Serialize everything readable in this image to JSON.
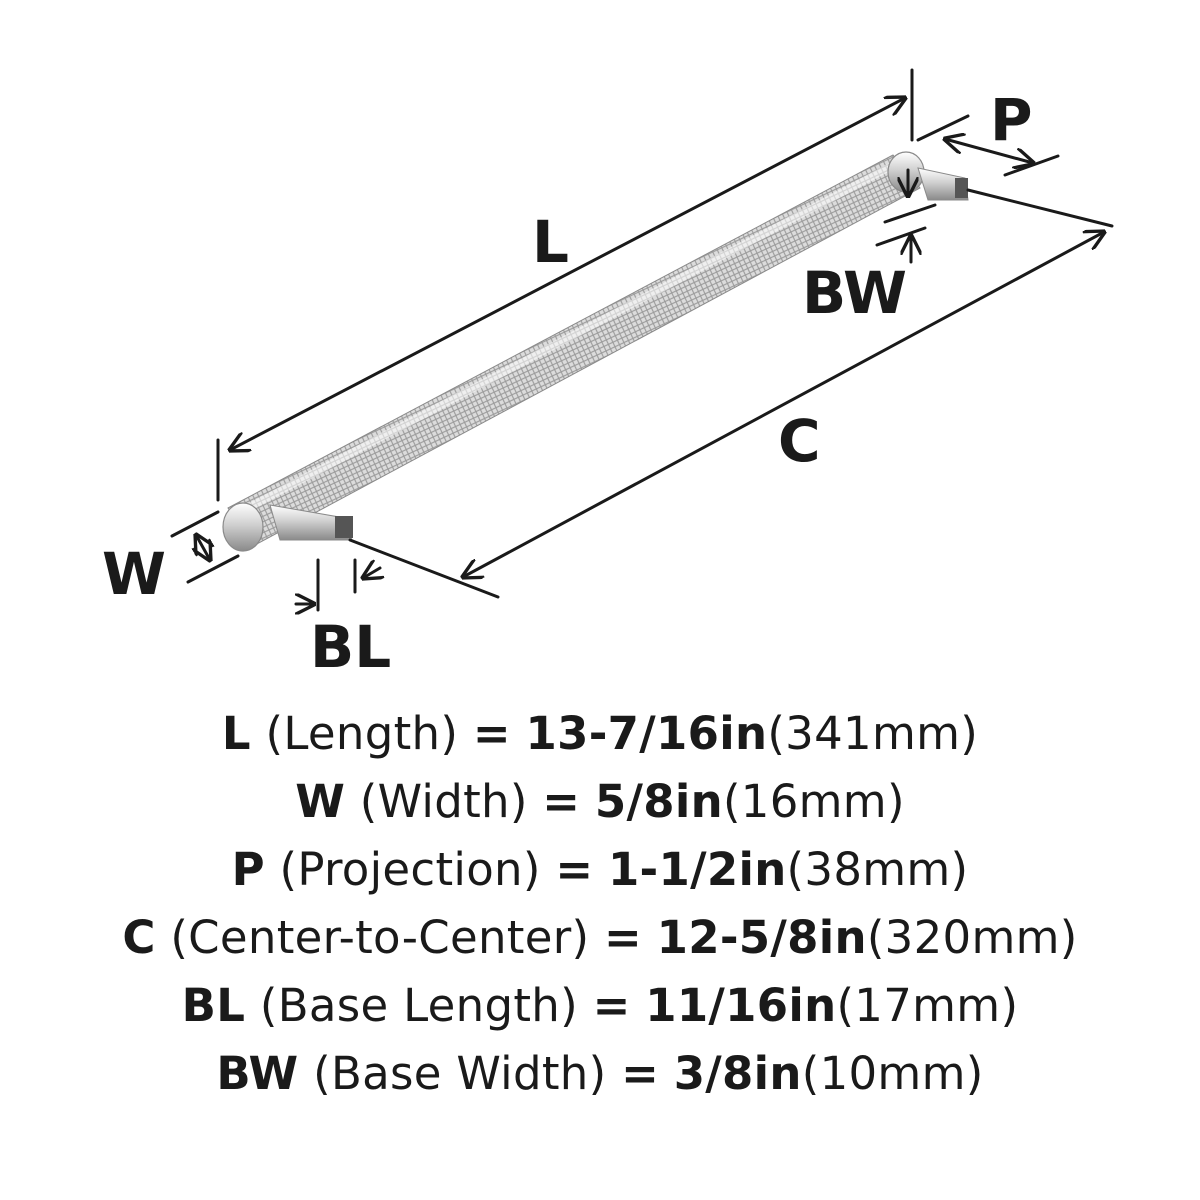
{
  "labels": {
    "L": "L",
    "P": "P",
    "BW": "BW",
    "C": "C",
    "W": "W",
    "BL": "BL"
  },
  "specs": [
    {
      "code": "L",
      "desc": "(Length)",
      "eq": "=",
      "imperial": "13-7/16in",
      "metric": "(341mm)"
    },
    {
      "code": "W",
      "desc": "(Width)",
      "eq": "=",
      "imperial": "5/8in",
      "metric": "(16mm)"
    },
    {
      "code": "P",
      "desc": "(Projection)",
      "eq": "=",
      "imperial": "1-1/2in",
      "metric": "(38mm)"
    },
    {
      "code": "C",
      "desc": "(Center-to-Center)",
      "eq": "=",
      "imperial": "12-5/8in",
      "metric": "(320mm)"
    },
    {
      "code": "BL",
      "desc": "(Base Length)",
      "eq": "=",
      "imperial": "11/16in",
      "metric": "(17mm)"
    },
    {
      "code": "BW",
      "desc": "(Base Width)",
      "eq": "=",
      "imperial": "3/8in",
      "metric": "(10mm)"
    }
  ],
  "colors": {
    "ink": "#1a1a1a",
    "metal_light": "#f4f4f4",
    "metal_mid": "#c9c9c9",
    "metal_dark": "#8a8a8a"
  }
}
